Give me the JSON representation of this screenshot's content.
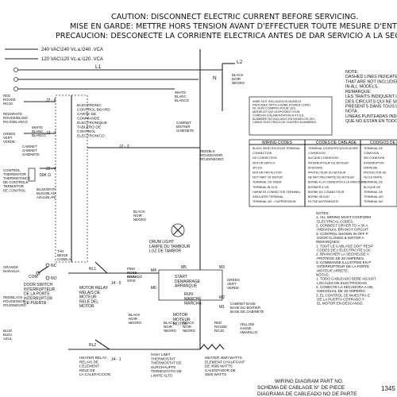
{
  "header": {
    "line1": "CAUTION: DISCONNECT ELECTRIC CURRENT BEFORE SERVICING.",
    "line2": "MISE EN GARDE: METTRE HORS TENSION AVANT D'EFFECTUER TOUTE MESURE D'ENTRETIEN.",
    "line3": "PRECAUCION: DESCONECTE LA CORRIENTE ELECTRICA ANTES DE DAR SERVICIO A LA SECADORA."
  },
  "supply": {
    "v240": "240 VAC\\240 Vc.a.\\240 .VCA",
    "v120": "120 VAC\\120 Vc.a.\\120 .VCA",
    "l1": "L1",
    "n": "N",
    "l2": "L2"
  },
  "left_wires": {
    "red_white": "RED/WHITE\nROUGE/BLANC\nROJO/BLANCO",
    "red": "RED\nROUGE\nROJO",
    "green": "GREEN\nVERT\nVERDE",
    "cabinet_gabinet": "CABINET\nGABINET\nGABINETE",
    "white_blanc": "WHITE\nBLANC\nBLANCO",
    "blue_white": "BLUE/WHITE\nBLEU/BLANC\nAZUL/BLANCO",
    "red_black": "RED/BLACK\nROUGE/NOIR\nROJO/NEGRO",
    "blue_bleu": "BLUE\nBLEU\nAZUL"
  },
  "components": {
    "control_board": "ELECTRONIC\nCONTROL BOARD\nCARTE DE\nCOMMANDE\nELECTRONIQUE\nTABLERO DE\nCONTROL\nELECTRONICO",
    "thermistor": "CONTROL\nTHERMISTOR\nTHERMISTANCE\nDE CONTROLE\nTERMISTOR\nDE CONTROL",
    "thermistor_value": "50K Ω",
    "drum_light": "DRUM LIGHT\nLAMPE DU TAMBOUR\nLUZ DE TAMBOR",
    "door_switch": "DOOR SWITCH\nINTERRUPTEUR\nDE LA PORTE\nINTERRUPTOR\nDE PUERTA",
    "motor_relay": "MOTOR RELAY\nRELAIS DE\nMOTEUR\nRELE DEL\nMOTOR",
    "start": "START\nDEMARRAGE\nARRANQUE",
    "run": "RUN\nMARCHE\nMARCHA",
    "motor": "MOTOR\nMOTEUR\nMOTOR",
    "cabinet_base": "CABINET BASE\nBASE DU BOITIER\nBASE DE GABINETE",
    "heater_relay": "HEATER RELAY\nRELAIS DE\nL'ELEMENT\nRELE DE\nLA CALEFACCION",
    "high_limit": "HIGH LIMIT\nTHERMOSTAT\nTHERMOSTAT DE\nSURCHAUFFE\nTERMOSTATO DE\nLIMITE ALTO",
    "heater": "HEATER 4500 WATTS\nELEMENT CHAUFFANT\nDE 4500 WATTS\nCALENTADOR DE\n4500 WATTS"
  },
  "pins": {
    "j2_8": "J2 - 8",
    "j2_7": "J2 - 7",
    "j2_4": "J2 - 4",
    "j2_3": "J2 - 3",
    "j4_5": "J4 - 5",
    "j4_1": "J4 - 1",
    "rl1": "RL1",
    "rl2": "RL2",
    "m1": "M1",
    "m2": "M2",
    "m3": "M3",
    "m4": "M4",
    "m5": "M5",
    "m6": "M6",
    "com": "COM",
    "no": "NO",
    "nc": "NC",
    "tan_left": "TAN\nBEIGE\nCANELA",
    "orange": "ORANGE\nNARANJA",
    "gray": "GRAY\nGRIS",
    "pink": "PINK\nROSE\nROSADO",
    "yellow": "YELLOW\nJAUNE\nAMARILLO",
    "green_r": "GREEN\nVERT\nVERDE",
    "red_black_noir": "RED/BLK\nROUGE/NOIR\nROJO/NEGRO",
    "white_top": "WHITE\nBLANC\nBLANCO",
    "cabinet_top": "CABINET\nBOITIER\nGABINETE",
    "black_top": "BLACK\nNOIR\nNEGRO",
    "black_mid": "BLACK\nNOIR\nNEGRO",
    "black_r1": "BLACK\nNOIR\nNEGRO",
    "black_r2": "BLACK\nNOIR\nNEGRO",
    "black_r3": "BLACK\nNOIR\nNEGRO",
    "red_rouge": "RED\nROUGE\nROJO"
  },
  "notes_box": "WIRE NOT INCLUDED IN MODELS\nPROVIDED WITH 4-WIRE POWER CORD.\nFIL NON COMPRIS POUR LES\nMODELES QUI DISPOSENT D'UN\nCORDON D'ALIMENTATION A 4 FILS.\nALAMBRE NO INCLUIDO EN MODELOS DEL\nCABLE ELECTRICO DE CUATRO ALAMBRES.",
  "note_right": "NOTE:\nDASHED LINES INDICATE\nTHAT ARE NOT INCLUDED\nIN ALL MODELS.\nREMARQUE:\nLES TRAITS INDIQUENT LES\nDES CIRCUITS QUI NE SONT\nPRESENTS DANS TOUS LES\nNOTA:\nLINEAS PUNTEADAS INDICAN\nQUE NO ESTAN EN TODOS",
  "legend": {
    "headers": [
      "WIRING CODES",
      "CODES DE CABLAGE",
      "CODIGOS DE"
    ],
    "rows": [
      [
        "BLACK IDENTIFICATION TERMINAL",
        "TERMINAL D'IDENTIFICATION NOIRE",
        "TERMINAL DE"
      ],
      [
        "CONNECTION",
        "CONNEXION",
        "CONEXION"
      ],
      [
        "NO CONNECTION",
        "AUCUNE CONNEXION",
        "SIN CONEXION"
      ],
      [
        "MOTOR SWITCH",
        "INTERRUPTEUR DU MOTEUR",
        "INTERRUPTOR"
      ],
      [
        "SPLICE",
        "EPISSURE",
        "EMPALME"
      ],
      [
        "MOTOR PROTECTOR",
        "PROTECTEUR DU MOTEUR",
        "PROTECTOR DE"
      ],
      [
        "NOT PART OF MOTOR",
        "NE FAIT PAS PARTIE DU MOTEUR",
        "NO ES PARTE"
      ],
      [
        "TERMINAL ON TIMER",
        "BORNE A LA CONNEXION A LA MINUTERIE",
        "TERMINAL DE"
      ],
      [
        "TERMINAL BLOCK",
        "BORNIER A VIS",
        "BLOQUE DE"
      ],
      [
        "HARNESS CONNECTOR TERMINAL",
        "BORNE DU CONNECTEUR",
        "TERMINAL DE"
      ],
      [
        "INSULATED TERMINAL",
        "BORNE ISOLEE",
        "TERMINAL AIS"
      ],
      [
        "TERMINAL NO. / SUPPRESSION",
        "FILTRE ANTIPARASITE",
        "TERMINAL NO"
      ]
    ]
  },
  "notes_lower": "NOTES:\n1. ALL WIRING MUST CONFORM\n   ELECTRICAL CODES.\n2. CONNECT DRYER TO A 30 A\n   INDIVIDUAL BRANCH CIRCUIT.\n3. CONTROL SHOWN IN OFF P\n   DOOR CLOSED & MOTOR A\nREMARQUES:\n1. TOUT LE CABLAGE DOIT RESP\n   CODES DE L'ELECTRICITE LOC\n2. BRANCHER LA SECHEUSE A\n   PROTEGE DE 30 AMPERES.\n3. COMMANDE ILLUSTREE EN P\n   INTERRUPTEUR DE LA PORTE\n   MOTEUR ARRETE.\nNOTAS:\n1. TODO CABLEADO DEBE ADJUST\n   LOCALES DE ELECTRICIDAD.\n2. CONECTE LA SECADORA A UN\n   INDIVIDUAL DE 30 AMPERIO\n3. EL CONTROL SE MUESTRA E\n   DE LA PUERTA CERRADO Y\n   EL MOTOR EN DESCANSO.",
  "footer": {
    "line1": "WIRING DIAGRAM PART NO.",
    "line2": "SCHEMA DE CABLAGE N° DE PIECE",
    "line3": "DIAGRAMA DE CABLEADO NO DE PARTE",
    "part_no": "1345"
  }
}
